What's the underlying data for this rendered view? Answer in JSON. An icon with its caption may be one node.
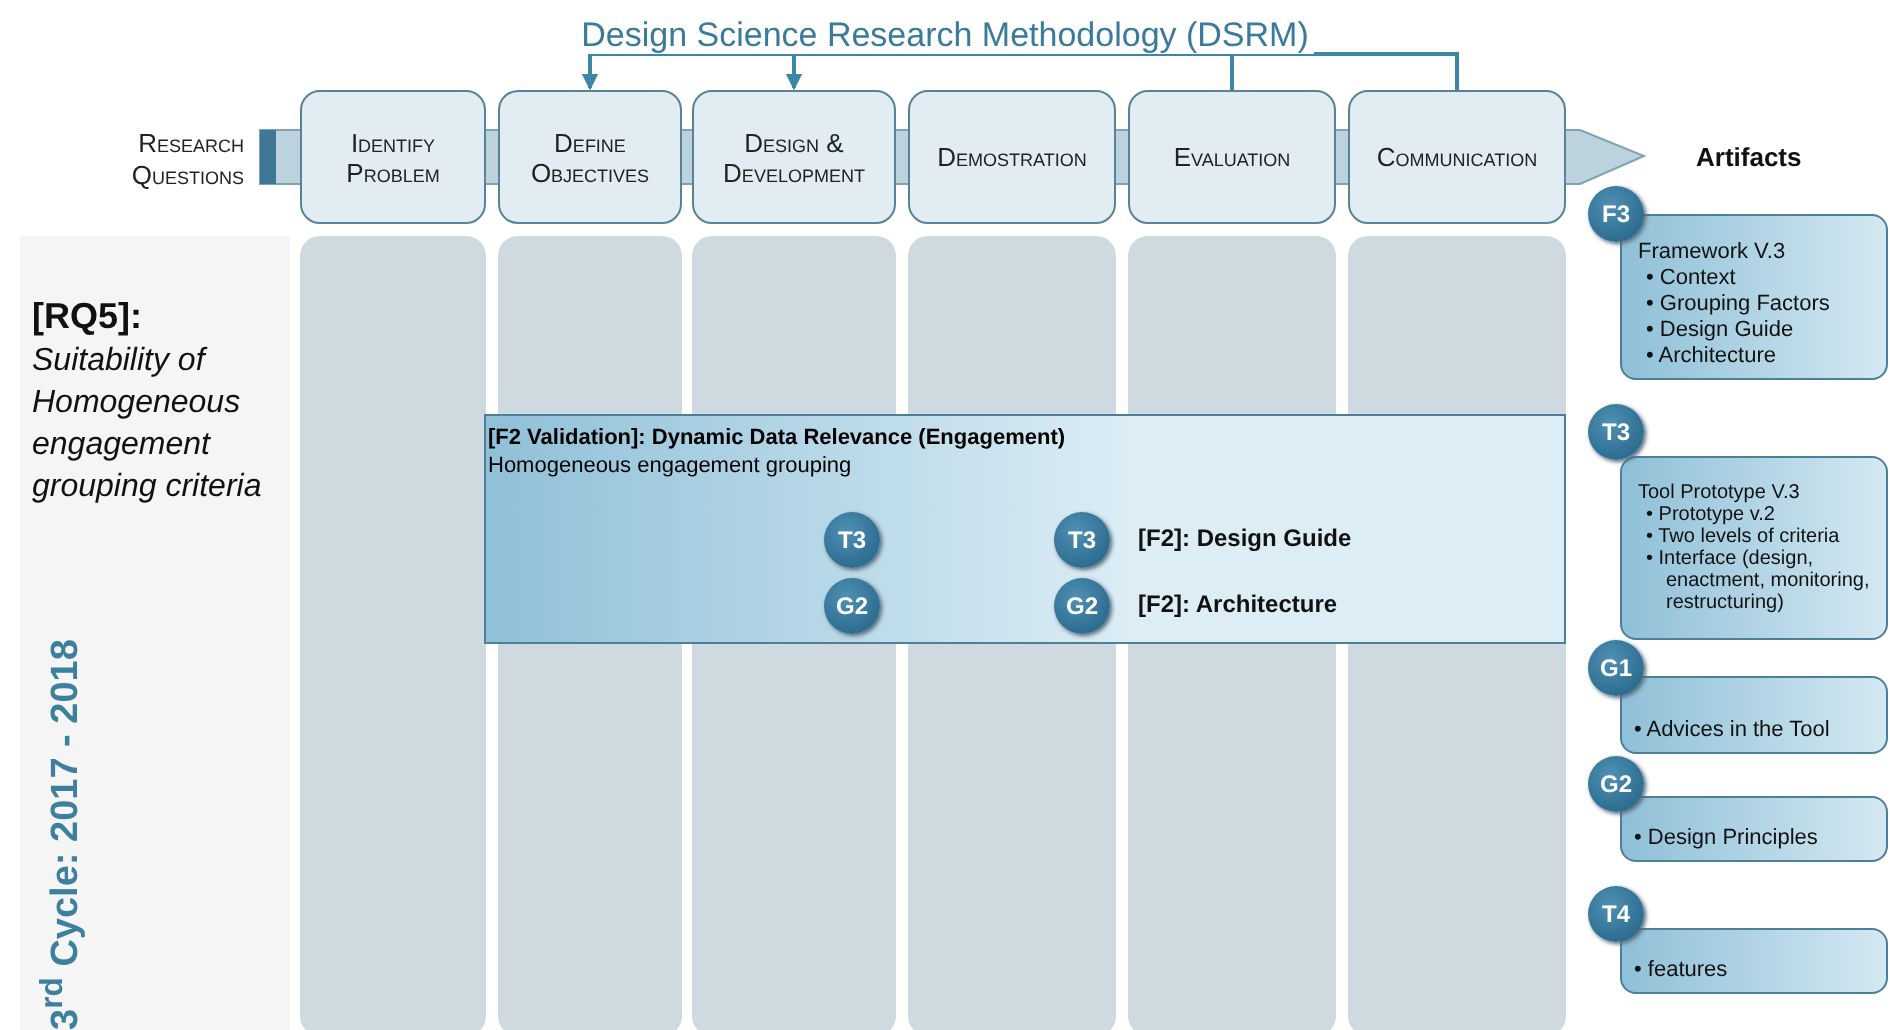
{
  "diagram": {
    "title": "Design Science Research Methodology (DSRM)",
    "nodes": [
      {
        "text": [
          "Identify Problem"
        ]
      },
      {
        "text": [
          "Define Objectives"
        ]
      },
      {
        "text": [
          "Design & Development"
        ]
      },
      {
        "text": [
          "Demostration"
        ]
      },
      {
        "text": [
          "Evaluation"
        ]
      },
      {
        "text": [
          "Communication"
        ]
      },
      {
        "text": [
          "[F2 Validation]: Dynamic Data Relevance (Engagement)",
          "Homogeneous engagement grouping"
        ]
      },
      {
        "text": [
          "T3"
        ],
        "in": 6
      },
      {
        "text": [
          "G2"
        ],
        "in": 6
      },
      {
        "text": [
          "T3"
        ],
        "in": 6,
        "beside": [
          "[F2]: Design Guide"
        ]
      },
      {
        "text": [
          "G2"
        ],
        "in": 6,
        "beside": [
          "[F2]: Architecture"
        ]
      },
      {
        "text": [
          "F3"
        ]
      },
      {
        "text": [
          "Framework V.3",
          "• Context",
          "• Grouping Factors",
          "• Design Guide",
          "• Architecture"
        ]
      },
      {
        "text": [
          "T3"
        ]
      },
      {
        "text": [
          "Tool Prototype V.3",
          "• Prototype v.2",
          "• Two levels of criteria",
          "• Interface (design, enactment, monitoring, restructuring)"
        ]
      },
      {
        "text": [
          "G1"
        ]
      },
      {
        "text": [
          "• Advices in the Tool"
        ]
      },
      {
        "text": [
          "G2"
        ]
      },
      {
        "text": [
          "• Design Principles"
        ]
      },
      {
        "text": [
          "T4"
        ]
      },
      {
        "text": [
          "• features"
        ]
      }
    ],
    "edges": [
      {
        "from": 4,
        "to": 1,
        "arrow": "to"
      },
      {
        "from": 4,
        "to": 2,
        "arrow": "to"
      },
      {
        "from": 5,
        "to": 1,
        "arrow": "to"
      },
      {
        "from": 5,
        "to": 2,
        "arrow": "to"
      }
    ],
    "labels": [
      "Research Questions",
      "Artifacts",
      "[RQ5]:",
      "Suitability of Homogeneous engagement grouping criteria",
      "3$^{rd}$ Cycle: 2017 - 2018"
    ]
  }
}
